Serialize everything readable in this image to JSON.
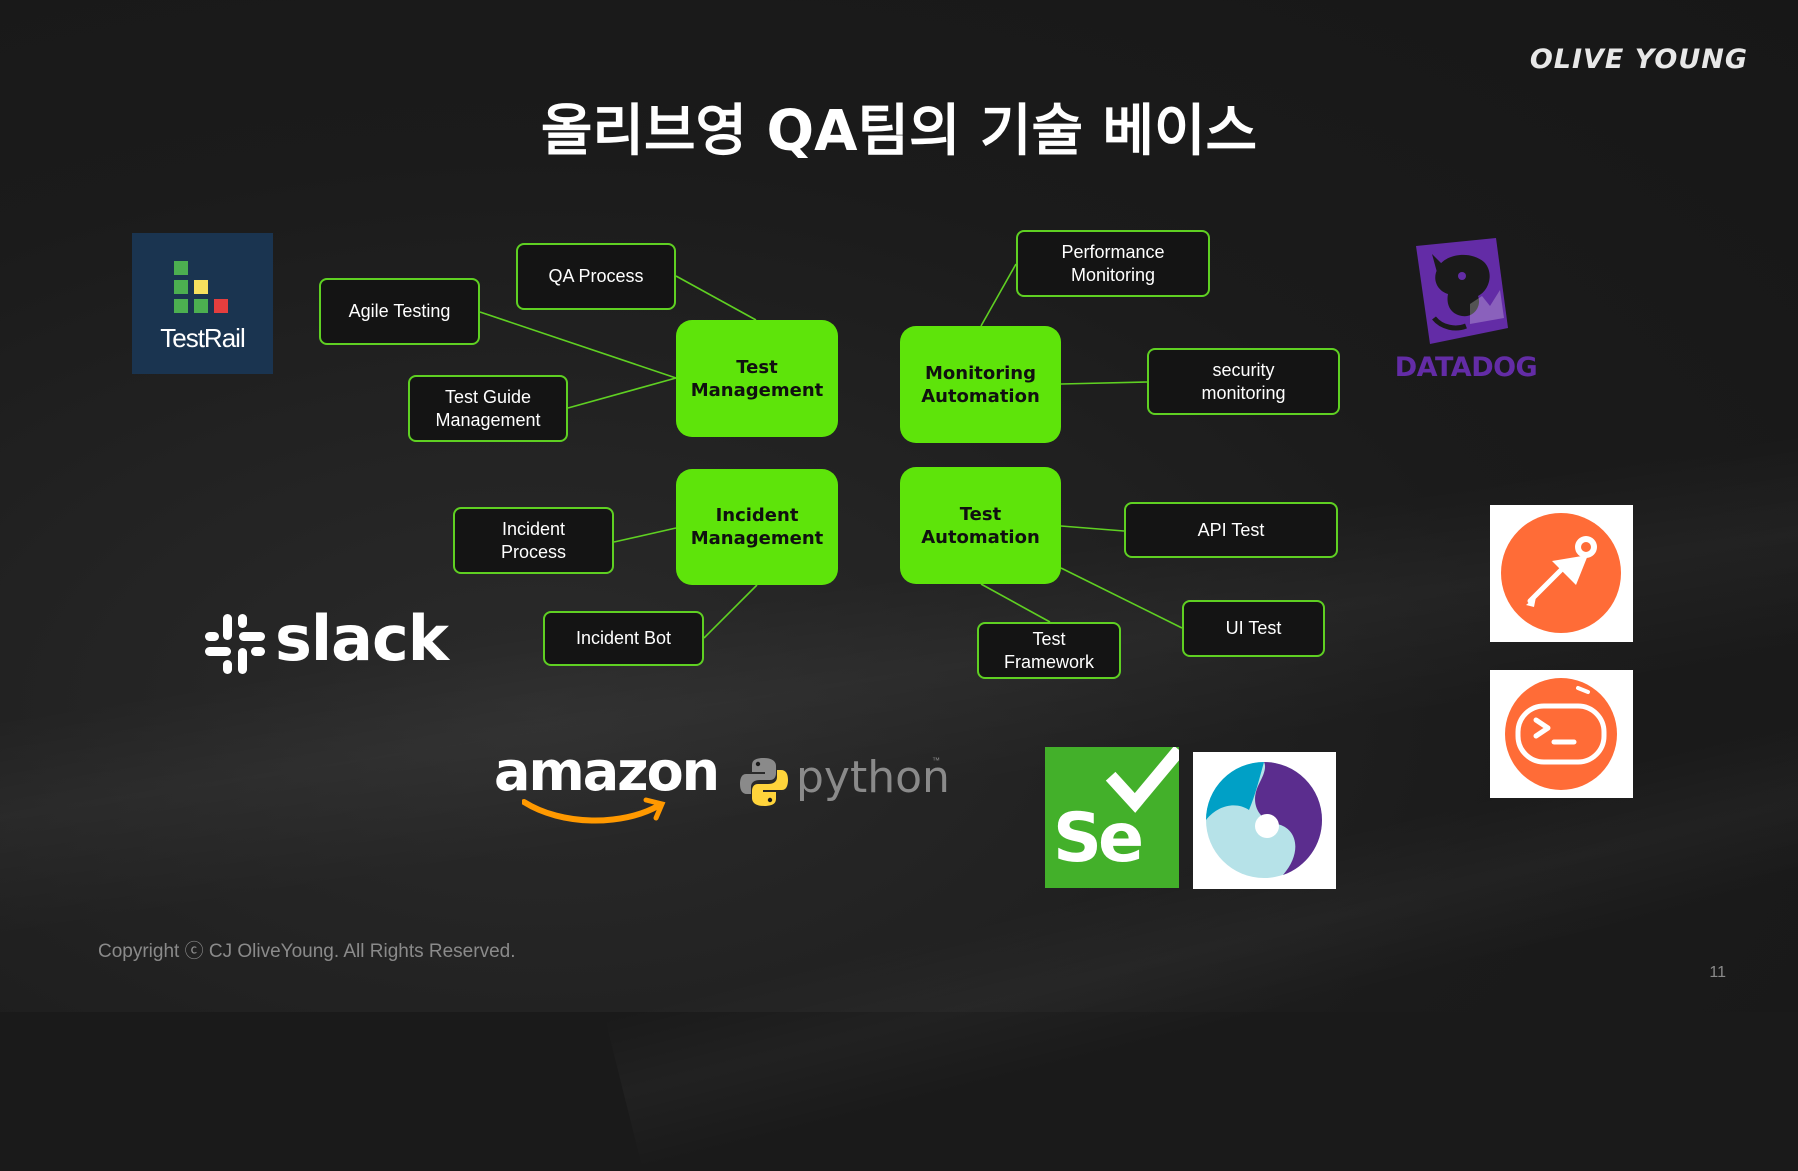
{
  "brand": "OLIVE YOUNG",
  "title": "올리브영 QA팀의 기술 베이스",
  "hubs": {
    "test_management": "Test\nManagement",
    "monitoring_automation": "Monitoring\nAutomation",
    "incident_management": "Incident\nManagement",
    "test_automation": "Test\nAutomation"
  },
  "nodes": {
    "qa_process": "QA Process",
    "agile_testing": "Agile Testing",
    "test_guide_management": "Test Guide\nManagement",
    "performance_monitoring": "Performance\nMonitoring",
    "security_monitoring": "security\nmonitoring",
    "incident_process": "Incident\nProcess",
    "incident_bot": "Incident Bot",
    "api_test": "API Test",
    "ui_test": "UI Test",
    "test_framework": "Test\nFramework"
  },
  "logos": {
    "testrail": "TestRail",
    "datadog": "DATADOG",
    "slack": "slack",
    "amazon": "amazon",
    "python": "python",
    "python_tm": "™",
    "selenium": "Se",
    "postman": "postman-icon",
    "terminal_tool": "terminal-tool-icon",
    "circle_tool": "circle-tool-icon"
  },
  "colors": {
    "hub_fill": "#5ee40a",
    "node_border": "#5fd022",
    "link": "#5fd022",
    "background": "#1a1a1a",
    "datadog_purple": "#632ca6",
    "postman_orange": "#ff6c37",
    "selenium_green": "#43b02a"
  },
  "footer": {
    "copyright": "Copyright ⓒ CJ OliveYoung. All Rights Reserved.",
    "page_number": "11"
  }
}
